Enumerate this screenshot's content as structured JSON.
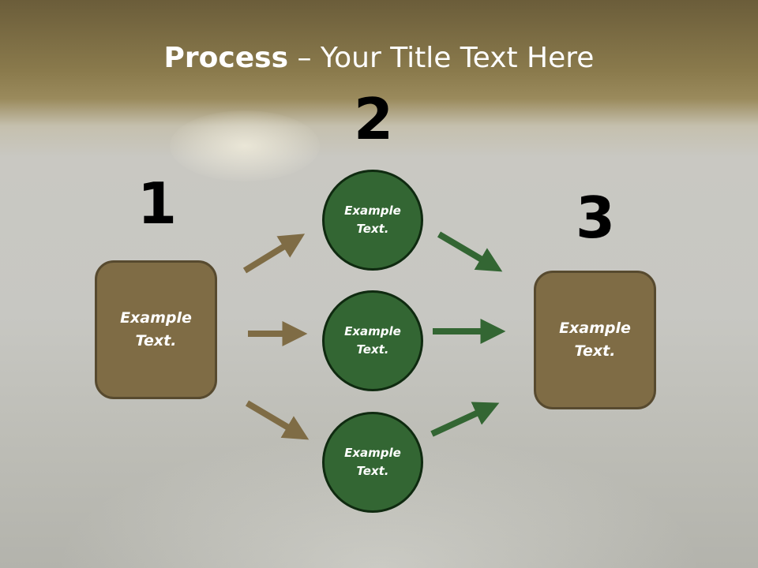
{
  "title": {
    "bold": "Process",
    "rest": " – Your Title Text Here"
  },
  "steps": [
    {
      "number": "1",
      "box": {
        "line1": "Example",
        "line2": "Text."
      }
    },
    {
      "number": "2",
      "circles": [
        {
          "line1": "Example",
          "line2": "Text."
        },
        {
          "line1": "Example",
          "line2": "Text."
        },
        {
          "line1": "Example",
          "line2": "Text."
        }
      ]
    },
    {
      "number": "3",
      "box": {
        "line1": "Example",
        "line2": "Text."
      }
    }
  ],
  "colors": {
    "box_fill": "#7f6c45",
    "circle_fill": "#336633",
    "arrow_brown": "#7f6c45",
    "arrow_green": "#336633"
  }
}
